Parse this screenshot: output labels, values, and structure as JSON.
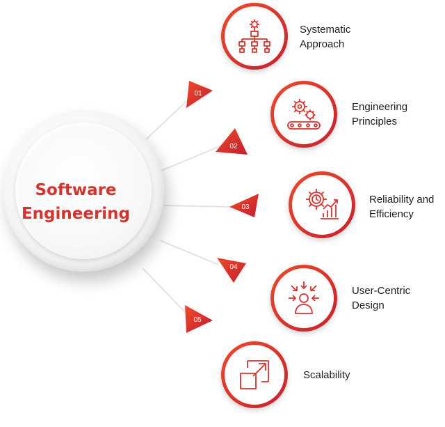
{
  "center": {
    "line1": "Software",
    "line2": "Engineering"
  },
  "colors": {
    "accent": "#d7322c",
    "gradient_start": "#ee4a2c",
    "gradient_end": "#c8202e",
    "connector": "#e3e3e3"
  },
  "items": [
    {
      "number": "01",
      "label_line1": "Systematic",
      "label_line2": "Approach",
      "icon": "hierarchy-gear-icon"
    },
    {
      "number": "02",
      "label_line1": "Engineering",
      "label_line2": "Principles",
      "icon": "gears-conveyor-icon"
    },
    {
      "number": "03",
      "label_line1": "Reliability and",
      "label_line2": "Efficiency",
      "icon": "gear-clock-growth-icon"
    },
    {
      "number": "04",
      "label_line1": "User-Centric",
      "label_line2": "Design",
      "icon": "user-focus-icon"
    },
    {
      "number": "05",
      "label_line1": "Scalability",
      "label_line2": "",
      "icon": "expand-box-icon"
    }
  ]
}
